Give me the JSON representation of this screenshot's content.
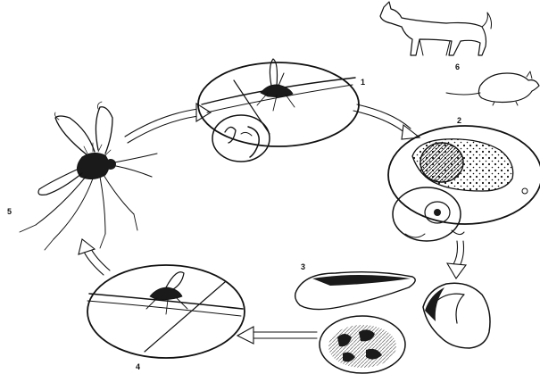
{
  "diagram": {
    "stages": [
      {
        "id": "1",
        "label": "1"
      },
      {
        "id": "2",
        "label": "2"
      },
      {
        "id": "3",
        "label": "3"
      },
      {
        "id": "4",
        "label": "4"
      },
      {
        "id": "5",
        "label": "5"
      },
      {
        "id": "6",
        "label": "6"
      }
    ],
    "icons": {
      "sandfly": "sandfly-icon",
      "dog": "dog-icon",
      "rodent": "rodent-icon",
      "skin_bite": "skin-bite-icon",
      "infected_tissue": "infected-cell-icon",
      "liver": "liver-icon",
      "spleen": "spleen-icon"
    },
    "ink_color": "#111111"
  }
}
